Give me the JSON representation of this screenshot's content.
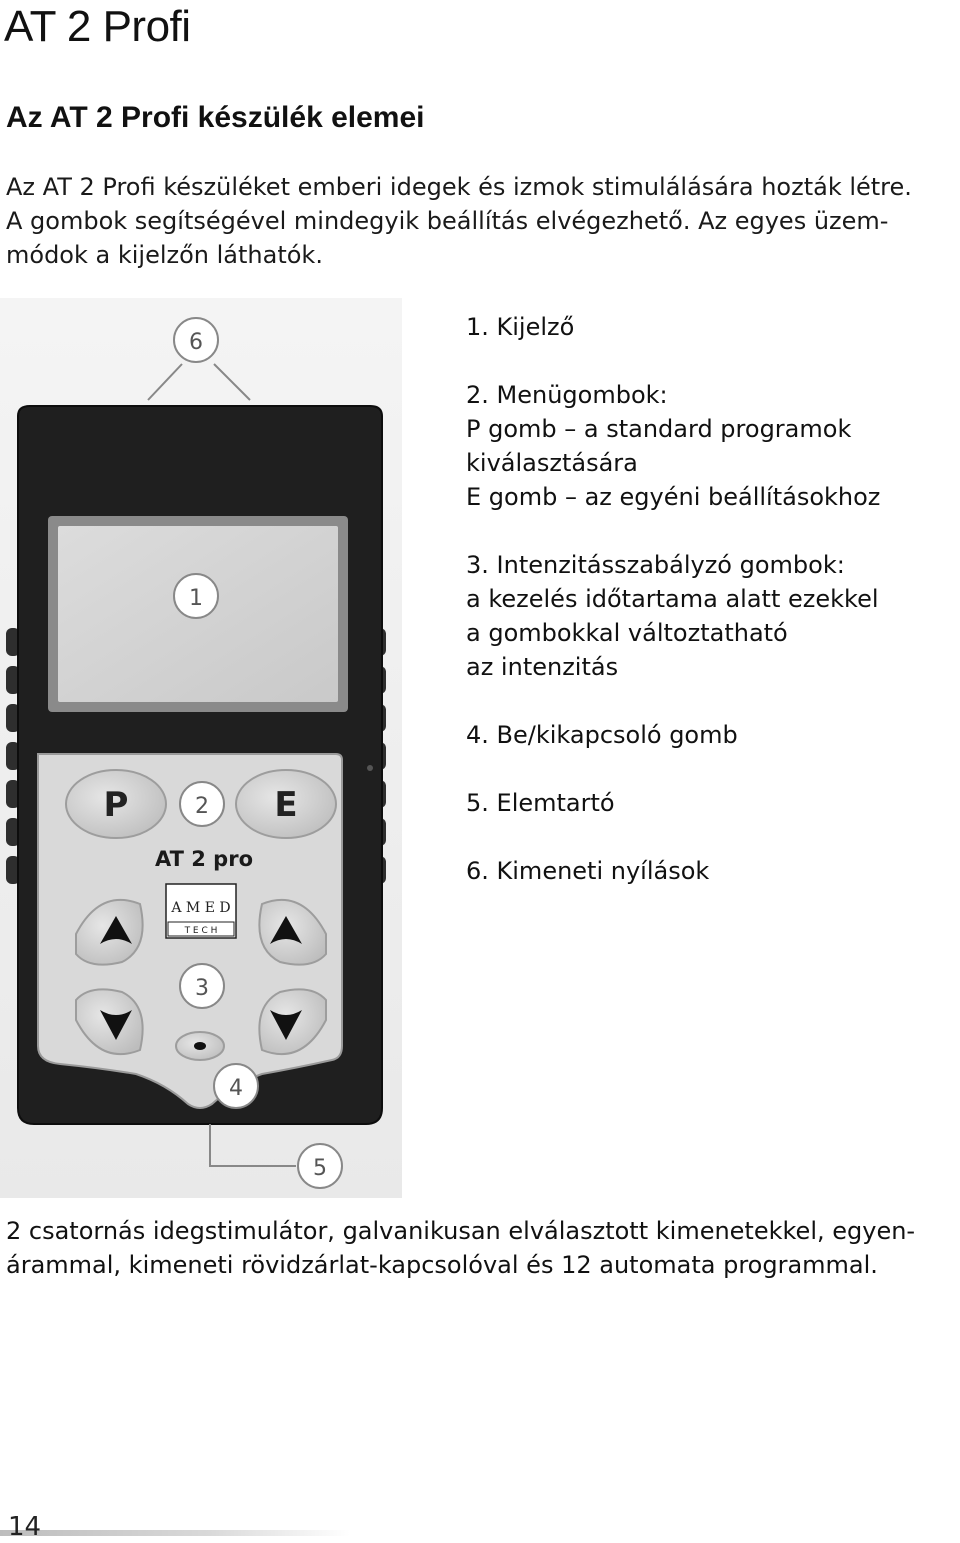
{
  "page": {
    "title": "AT 2 Profi",
    "subtitle": "Az AT 2 Profi készülék elemei",
    "intro_lines": [
      "Az AT 2 Profi készüléket emberi idegek és izmok stimulálására hozták létre.",
      "A gombok segítségével mindegyik beállítás elvégezhető. Az egyes üzem-",
      "módok a kijelzőn láthatók."
    ],
    "page_number": "14"
  },
  "device": {
    "p_label": "P",
    "e_label": "E",
    "model_label": "AT 2 pro",
    "brand_top": "A M E D",
    "brand_bottom": "T E C H",
    "callouts": [
      "6",
      "1",
      "2",
      "3",
      "4",
      "5"
    ]
  },
  "legend": {
    "items": [
      {
        "head": "1. Kijelző",
        "sub": []
      },
      {
        "head": "2. Menügombok:",
        "sub": [
          "P gomb – a standard programok",
          "kiválasztására",
          "E gomb – az egyéni beállításokhoz"
        ]
      },
      {
        "head": "3. Intenzitásszabályzó gombok:",
        "sub": [
          "a kezelés időtartama alatt ezekkel",
          "a gombokkal változtatható",
          "az intenzitás"
        ]
      },
      {
        "head": "4. Be/kikapcsoló gomb",
        "sub": []
      },
      {
        "head": "5. Elemtartó",
        "sub": []
      },
      {
        "head": "6. Kimeneti nyílások",
        "sub": []
      }
    ]
  },
  "footer": {
    "lines": [
      "2 csatornás idegstimulátor, galvanikusan elválasztott kimenetekkel, egyen-",
      "árammal, kimeneti rövidzárlat-kapcsolóval és 12 automata programmal."
    ]
  }
}
